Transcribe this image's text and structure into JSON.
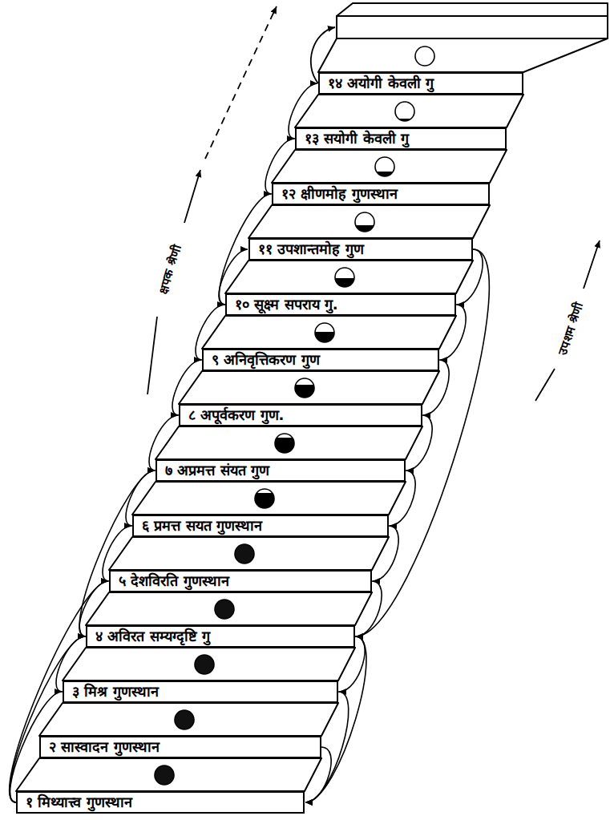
{
  "diagram": {
    "nodes": [
      {
        "text": [
          "१ मिथ्यात्त्व गुणस्थान"
        ]
      },
      {
        "text": [
          "२ सास्वादन गुणस्थान"
        ]
      },
      {
        "text": [
          "३ मिश्र गुणस्थान"
        ]
      },
      {
        "text": [
          "४ अविरत सम्यग्दृष्टि गु"
        ]
      },
      {
        "text": [
          "५ देशविरति गुणस्थान"
        ]
      },
      {
        "text": [
          "६ प्रमत्त सयत गुणस्थान"
        ]
      },
      {
        "text": [
          "७ अप्रमत्त संयत गुण"
        ]
      },
      {
        "text": [
          "८ अपूर्वकरण गुण."
        ]
      },
      {
        "text": [
          "९ अनिवृत्तिकरण गुण"
        ]
      },
      {
        "text": [
          "१० सूक्ष्म सपराय गु."
        ]
      },
      {
        "text": [
          "११ उपशान्तमोह गुण"
        ]
      },
      {
        "text": [
          "१२ क्षीणमोह गुणस्थान"
        ]
      },
      {
        "text": [
          "१३ सयोगी केवली गु"
        ]
      },
      {
        "text": [
          "१४ अयोगी केवली गु"
        ]
      }
    ],
    "edges": [
      {
        "from": 0,
        "to": 2,
        "arrow": "to"
      },
      {
        "from": 0,
        "to": 3,
        "arrow": "to"
      },
      {
        "from": 0,
        "to": 4,
        "arrow": "to"
      },
      {
        "from": 2,
        "to": 3,
        "arrow": "to"
      },
      {
        "from": 3,
        "to": 4,
        "arrow": "to"
      },
      {
        "from": 3,
        "to": 6,
        "arrow": "to"
      },
      {
        "from": 4,
        "to": 5,
        "arrow": "to"
      },
      {
        "from": 5,
        "to": 6,
        "arrow": "to"
      },
      {
        "from": 6,
        "to": 7,
        "arrow": "to"
      },
      {
        "from": 7,
        "to": 8,
        "arrow": "to"
      },
      {
        "from": 8,
        "to": 9,
        "arrow": "to"
      },
      {
        "from": 9,
        "to": 10,
        "arrow": "to"
      },
      {
        "from": 9,
        "to": 11,
        "arrow": "to"
      },
      {
        "from": 11,
        "to": 12,
        "arrow": "to"
      },
      {
        "from": 12,
        "to": 13,
        "arrow": "to"
      },
      {
        "from": 1,
        "to": 0,
        "arrow": "to"
      },
      {
        "from": 2,
        "to": 0,
        "arrow": "to"
      },
      {
        "from": 3,
        "to": 2,
        "arrow": "to"
      },
      {
        "from": 3,
        "to": 0,
        "arrow": "to"
      },
      {
        "from": 4,
        "to": 3,
        "arrow": "to"
      },
      {
        "from": 5,
        "to": 4,
        "arrow": "to"
      },
      {
        "from": 6,
        "to": 5,
        "arrow": "to"
      },
      {
        "from": 7,
        "to": 6,
        "arrow": "to"
      },
      {
        "from": 8,
        "to": 7,
        "arrow": "to"
      },
      {
        "from": 9,
        "to": 8,
        "arrow": "to"
      },
      {
        "from": 10,
        "to": 9,
        "arrow": "to"
      },
      {
        "from": 10,
        "to": 3,
        "arrow": "to"
      }
    ],
    "labels": [
      "क्षपक श्रेणी",
      "उपशम श्रेणी"
    ]
  }
}
